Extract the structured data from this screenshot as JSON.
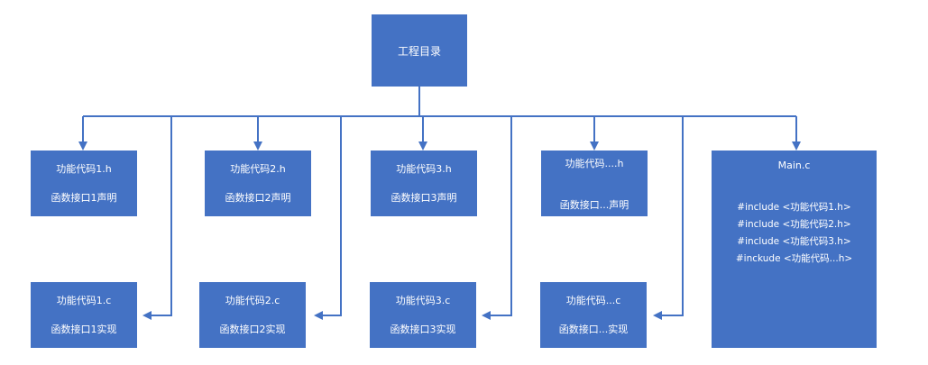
{
  "root": {
    "title": "工程目录"
  },
  "headers": [
    {
      "name": "功能代码1.h",
      "desc": "函数接口1声明"
    },
    {
      "name": "功能代码2.h",
      "desc": "函数接口2声明"
    },
    {
      "name": "功能代码3.h",
      "desc": "函数接口3声明"
    },
    {
      "name": "功能代码....h",
      "desc": "函数接口...声明"
    }
  ],
  "sources": [
    {
      "name": "功能代码1.c",
      "desc": "函数接口1实现"
    },
    {
      "name": "功能代码2.c",
      "desc": "函数接口2实现"
    },
    {
      "name": "功能代码3.c",
      "desc": "函数接口3实现"
    },
    {
      "name": "功能代码...c",
      "desc": "函数接口...实现"
    }
  ],
  "main": {
    "title": "Main.c",
    "includes": [
      "#include <功能代码1.h>",
      "#include <功能代码2.h>",
      "#include <功能代码3.h>",
      "#inckude <功能代码...h>"
    ]
  },
  "colors": {
    "box_fill": "#4472c4",
    "line": "#4472c4",
    "text": "#ffffff"
  }
}
